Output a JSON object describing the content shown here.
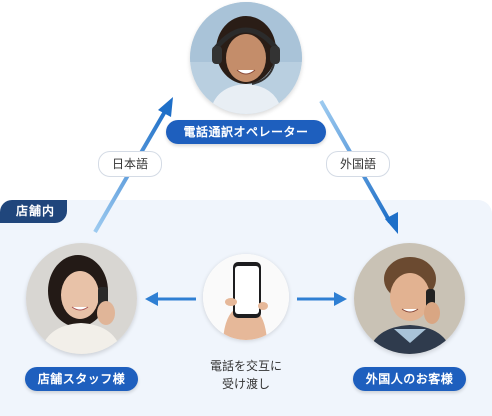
{
  "panel": {
    "label": "店舗内"
  },
  "operator": {
    "label": "電話通訳オペレーター"
  },
  "staff": {
    "label": "店舗スタッフ様"
  },
  "customer": {
    "label": "外国人のお客様"
  },
  "languages": {
    "left": "日本語",
    "right": "外国語"
  },
  "handover": {
    "line1": "電話を交互に",
    "line2": "受け渡し"
  },
  "colors": {
    "accent": "#1e5fbe",
    "panel_bg": "#f0f5fc",
    "tab_bg": "#20467c",
    "arrow": "#2f7fd3"
  },
  "icons": [
    "operator-photo",
    "staff-photo",
    "customer-photo",
    "smartphone-icon"
  ]
}
